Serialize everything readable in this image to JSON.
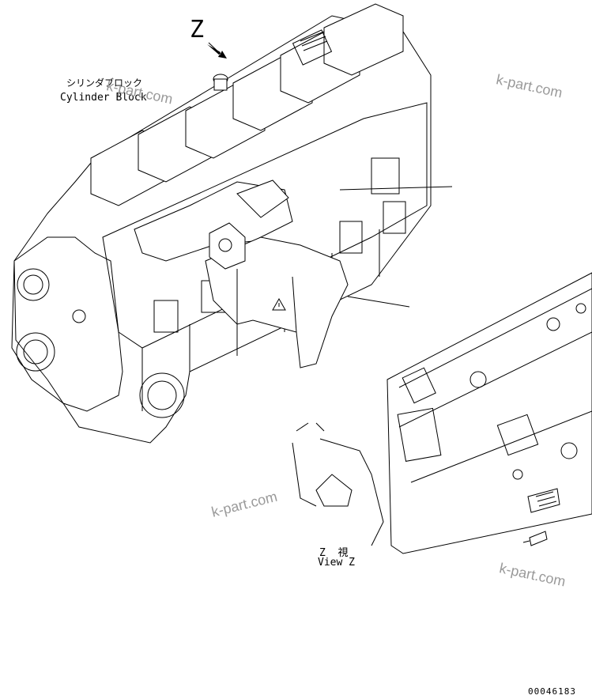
{
  "callouts": {
    "view_marker": "Z",
    "cylinder_block_jp": "シリンダブロック",
    "cylinder_block_en": "Cylinder Block",
    "view_z_jp": "Z  視",
    "view_z_en": "View Z"
  },
  "watermarks": [
    "k-part.com",
    "k-part.com",
    "k-part.com",
    "k-part.com"
  ],
  "drawing_number": "00046183"
}
